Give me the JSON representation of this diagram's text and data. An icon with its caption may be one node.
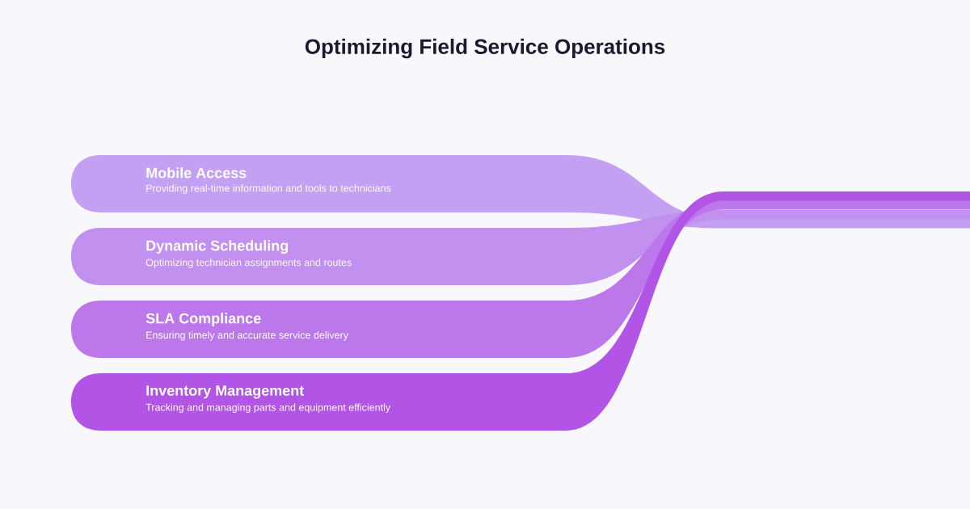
{
  "diagram": {
    "title": "Optimizing Field Service Operations",
    "nodes": [
      {
        "text": [
          "Mobile Access",
          "Providing real-time information and tools to technicians"
        ]
      },
      {
        "text": [
          "Dynamic Scheduling",
          "Optimizing technician assignments and routes"
        ]
      },
      {
        "text": [
          "SLA Compliance",
          "Ensuring timely and accurate service delivery"
        ]
      },
      {
        "text": [
          "Inventory Management",
          "Tracking and managing parts and equipment efficiently"
        ]
      }
    ]
  }
}
